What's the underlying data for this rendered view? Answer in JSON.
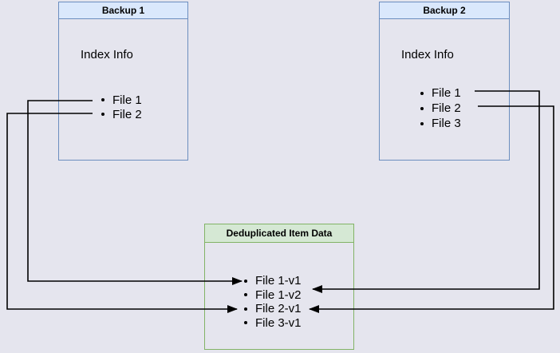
{
  "backup1": {
    "title": "Backup 1",
    "index_label": "Index Info",
    "files": [
      "File 1",
      "File 2"
    ]
  },
  "backup2": {
    "title": "Backup 2",
    "index_label": "Index Info",
    "files": [
      "File 1",
      "File 2",
      "File 3"
    ]
  },
  "dedup": {
    "title": "Deduplicated Item Data",
    "items": [
      "File 1-v1",
      "File 1-v2",
      "File 2-v1",
      "File 3-v1"
    ]
  },
  "edges": [
    {
      "from": "Backup 1 / File 1",
      "to": "Deduplicated Item Data / File 1-v1"
    },
    {
      "from": "Backup 1 / File 2",
      "to": "Deduplicated Item Data / File 2-v1"
    },
    {
      "from": "Backup 2 / File 1",
      "to": "Deduplicated Item Data / File 1-v2"
    },
    {
      "from": "Backup 2 / File 2",
      "to": "Deduplicated Item Data / File 2-v1"
    }
  ],
  "colors": {
    "bg": "#e5e5ee",
    "blue_border": "#6c8ebf",
    "blue_fill": "#dae8fc",
    "green_border": "#82b366",
    "green_fill": "#d5e8d4",
    "line": "#000000",
    "text": "#000000"
  }
}
